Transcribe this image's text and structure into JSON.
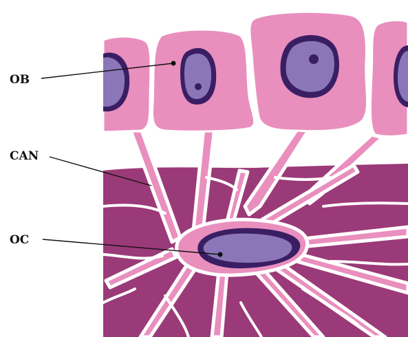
{
  "labels": {
    "ob": "OB",
    "can": "CAN",
    "oc": "OC"
  },
  "colors": {
    "background": "#ffffff",
    "bone_matrix": "#9b3a78",
    "cell_cytoplasm": "#e98fbe",
    "nucleus": "#8a76b8",
    "nuclear_rim": "#3a1e63",
    "canaliculus": "#ffffff",
    "label_text": "#111111"
  }
}
